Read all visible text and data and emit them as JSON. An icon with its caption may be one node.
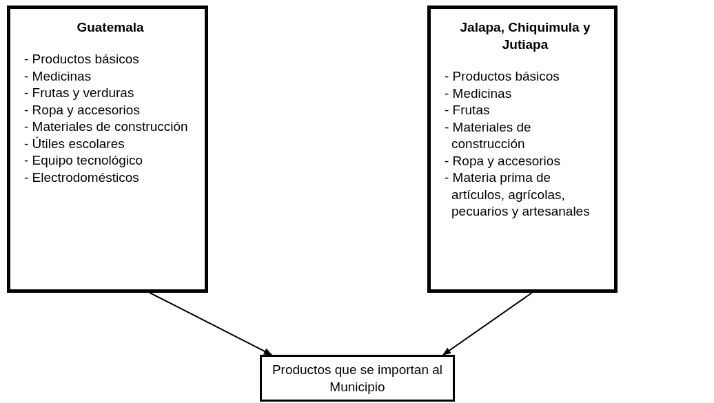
{
  "diagram": {
    "nodes": [
      {
        "text": [
          "Guatemala",
          "- Productos básicos",
          "- Medicinas",
          "- Frutas y verduras",
          "- Ropa y accesorios",
          "- Materiales de construcción",
          "- Útiles escolares",
          "- Equipo tecnológico",
          "- Electrodomésticos"
        ]
      },
      {
        "text": [
          "Jalapa, Chiquimula y Jutiapa",
          "- Productos básicos",
          "- Medicinas",
          "- Frutas",
          "- Materiales de construcción",
          "- Ropa y accesorios",
          "- Materia prima de artículos, agrícolas, pecuarios y artesanales"
        ]
      },
      {
        "text": [
          "Productos que se importan al Municipio"
        ]
      }
    ],
    "edges": [
      {
        "from": 0,
        "to": 2,
        "arrow": "to"
      },
      {
        "from": 1,
        "to": 2,
        "arrow": "to"
      }
    ]
  }
}
